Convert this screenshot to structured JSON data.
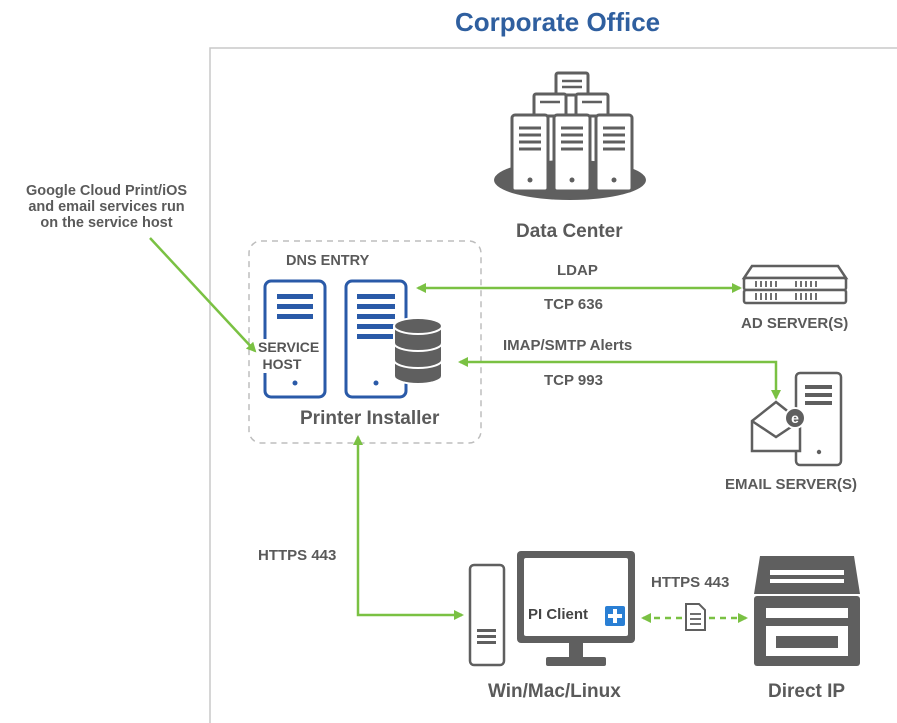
{
  "title": "Corporate Office",
  "note_lines": [
    "Google Cloud Print/iOS",
    "and email services run",
    "on the service host"
  ],
  "data_center": "Data Center",
  "dns_entry": "DNS ENTRY",
  "service_host_lines": [
    "SERVICE",
    "HOST"
  ],
  "printer_installer": "Printer Installer",
  "ldap": {
    "protocol": "LDAP",
    "port": "TCP 636"
  },
  "ad_server": "AD SERVER(S)",
  "imap": {
    "protocol": "IMAP/SMTP Alerts",
    "port": "TCP 993"
  },
  "email_server": "EMAIL SERVER(S)",
  "https_client": "HTTPS 443",
  "https_printer": "HTTPS 443",
  "pi_client": "PI Client",
  "client_os": "Win/Mac/Linux",
  "direct_ip": "Direct IP",
  "colors": {
    "title_blue": "#2f5f9f",
    "server_blue": "#2a5aa8",
    "arrow_green": "#7ac143",
    "gray": "#555555"
  },
  "icons": [
    "data-center-servers-icon",
    "service-host-server-icon",
    "printer-installer-server-icon",
    "database-icon",
    "ad-server-rack-icon",
    "email-server-icon",
    "envelope-icon",
    "desktop-tower-icon",
    "monitor-icon",
    "plus-icon",
    "document-icon",
    "printer-icon"
  ]
}
